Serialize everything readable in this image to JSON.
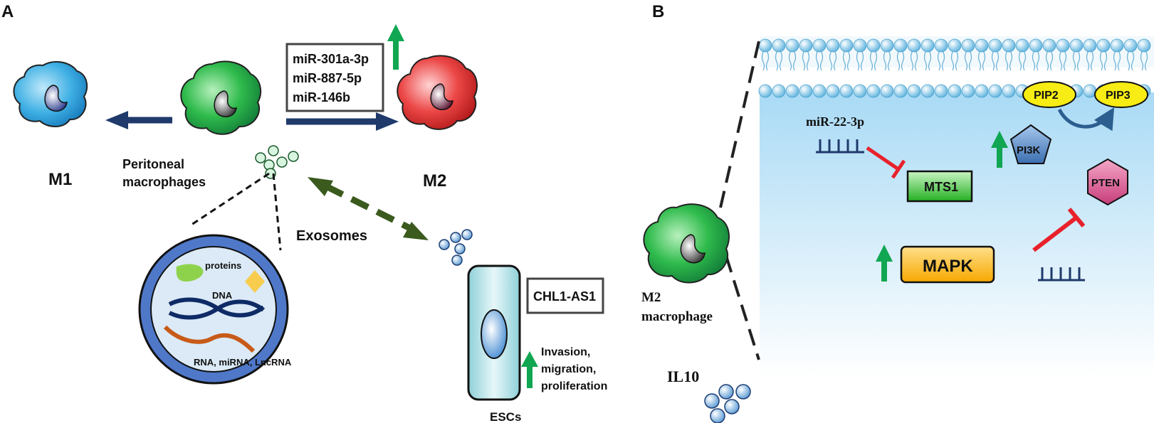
{
  "panel_a": {
    "letter": "A",
    "m1_label": "M1",
    "m2_label": "M2",
    "peritoneal_label_line1": "Peritoneal",
    "peritoneal_label_line2": "macrophages",
    "mirna_box": [
      "miR-301a-3p",
      "miR-887-5p",
      "miR-146b"
    ],
    "exosomes_label": "Exosomes",
    "cargo": {
      "proteins": "proteins",
      "dna": "DNA",
      "rna": "RNA, miRNA, LncRNA"
    },
    "escs_label": "ESCs",
    "chl1_box": "CHL1-AS1",
    "effects": [
      "Invasion,",
      "migration,",
      "proliferation"
    ]
  },
  "panel_b": {
    "letter": "B",
    "mir22_label": "miR-22-3p",
    "mts1_label": "MTS1",
    "pi3k_label": "PI3K",
    "pip2_label": "PIP2",
    "pip3_label": "PIP3",
    "pten_label": "PTEN",
    "mapk_label": "MAPK",
    "m2_macrophage_line1": "M2",
    "m2_macrophage_line2": "macrophage",
    "il10_label": "IL10"
  },
  "colors": {
    "m1_blue": "#29a3dc",
    "macrophage_green": "#2bb24a",
    "m2_red": "#e23a3a",
    "arrow_navy": "#1f3a6b",
    "exosome_arrow_green": "#3a5a1e",
    "up_arrow_green": "#11a651",
    "inhibit_red": "#e8212b",
    "mts1_green": "#3fc43f",
    "mapk_orange": "#f7b20c",
    "pi3k_blue": "#4f86c6",
    "pten_pink": "#d2508a",
    "pip_yellow": "#f7ec14",
    "membrane_blue": "#7fc5e6"
  }
}
